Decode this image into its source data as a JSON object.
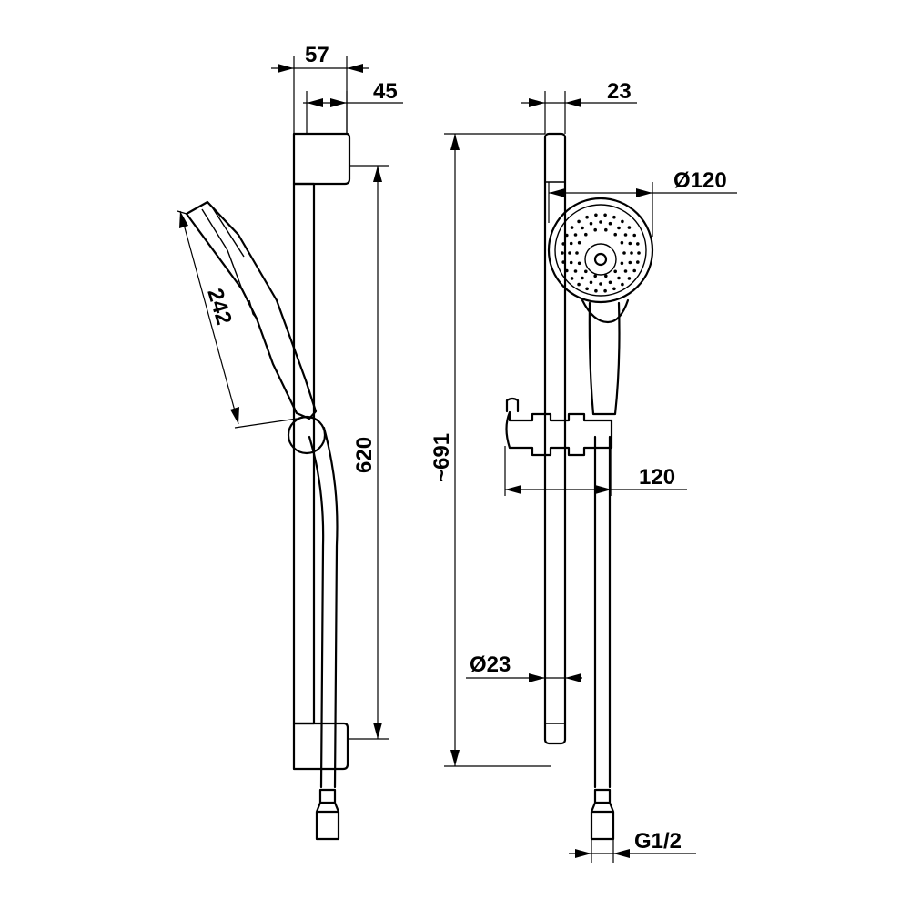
{
  "dimensions": {
    "left_width_total": "57",
    "left_width_bracket": "45",
    "handshower_length": "242",
    "rail_length": "620",
    "right_rail_width": "23",
    "head_diameter": "Ø120",
    "overall_height": "~691",
    "holder_projection": "120",
    "rail_diameter": "Ø23",
    "thread": "G1/2"
  }
}
